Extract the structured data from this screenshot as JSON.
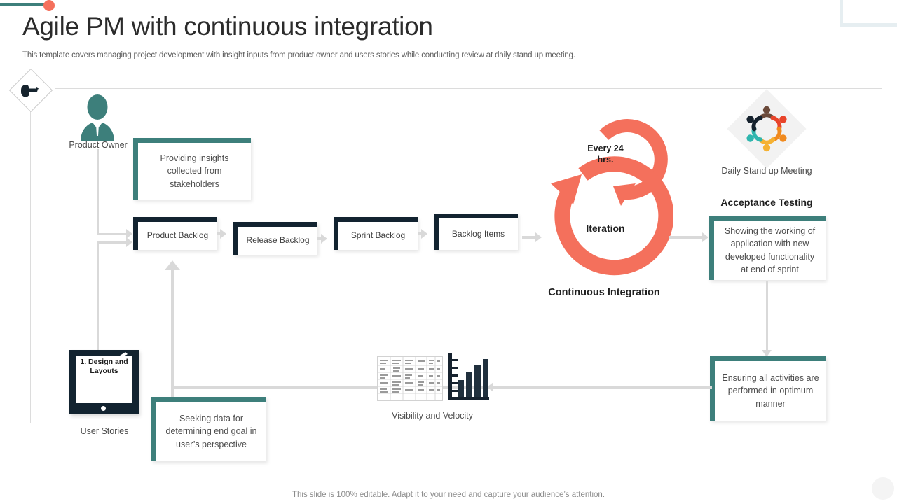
{
  "header": {
    "title": "Agile PM with continuous integration",
    "subtitle": "This template covers managing project development with insight inputs from product owner and users stories while conducting review at daily stand up meeting."
  },
  "left_column": {
    "product_owner_label": "Product Owner",
    "product_owner_note": "Providing  insights collected from stakeholders",
    "user_stories_label": "User Stories",
    "user_stories_screen_text": "1. Design and Layouts",
    "user_stories_note": "Seeking data for determining  end goal in user’s perspective"
  },
  "pipeline": {
    "boxes": [
      {
        "label": "Product Backlog"
      },
      {
        "label": "Release Backlog"
      },
      {
        "label": "Sprint Backlog"
      },
      {
        "label": "Backlog Items"
      }
    ]
  },
  "iteration": {
    "top_label": "Every 24 hrs.",
    "center_label": "Iteration",
    "bottom_label": "Continuous Integration"
  },
  "right_column": {
    "standup_label": "Daily Stand up Meeting",
    "acceptance_heading": "Acceptance Testing",
    "acceptance_note": "Showing the working of application with new developed  functionality at end of sprint",
    "ensuring_note": "Ensuring all activities are performed  in optimum manner"
  },
  "metrics": {
    "visibility_label": "Visibility and Velocity"
  },
  "footer": {
    "note": "This slide is 100% editable. Adapt it to your need and capture your audience’s attention."
  },
  "colors": {
    "teal": "#3d7f7b",
    "coral": "#f4705c",
    "navy": "#122330",
    "gray_connector": "#d9d9d9",
    "text": "#4a4a4a"
  },
  "icons": {
    "pointer": "pointing-hand-icon",
    "product_owner": "person-silhouette-icon",
    "standup": "team-circle-icon",
    "sheet": "spreadsheet-icon",
    "bars": "bar-chart-icon"
  }
}
